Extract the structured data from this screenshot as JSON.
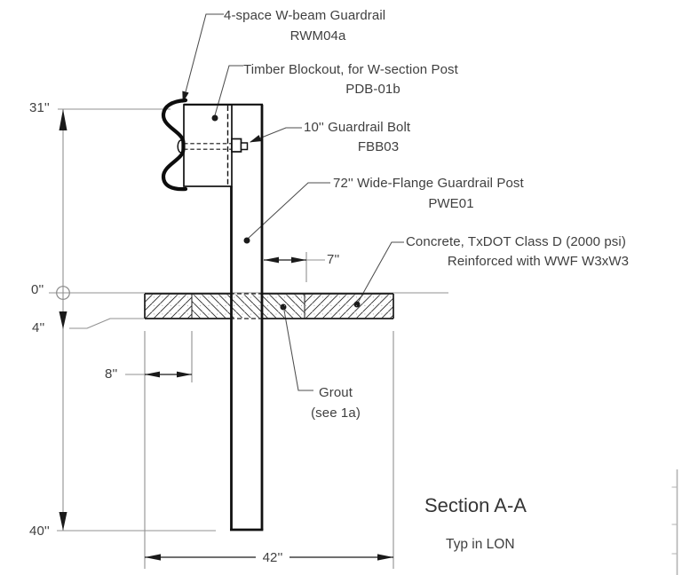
{
  "page": {
    "background": "#ffffff"
  },
  "colors": {
    "object_line": "#1a1a1a",
    "dim_line": "#909090",
    "leader_line": "#4d4d4d",
    "text": "#3f3f3f"
  },
  "callouts": {
    "rail": {
      "line1": "4-space W-beam Guardrail",
      "line2": "RWM04a"
    },
    "blockout": {
      "line1": "Timber Blockout, for W-section Post",
      "line2": "PDB-01b"
    },
    "bolt": {
      "line1": "10'' Guardrail Bolt",
      "line2": "FBB03"
    },
    "post": {
      "line1": "72'' Wide-Flange Guardrail Post",
      "line2": "PWE01"
    },
    "concrete": {
      "line1": "Concrete, TxDOT Class D (2000 psi)",
      "line2": "Reinforced with WWF W3xW3"
    },
    "grout": {
      "line1": "Grout",
      "line2": "(see 1a)"
    }
  },
  "dimensions": {
    "rail_height": "31''",
    "datum": "0''",
    "slab_thickness": "4''",
    "post_offset": "8''",
    "embedment": "40''",
    "slab_width": "42''",
    "flange_offset": "7''"
  },
  "section": {
    "title": "Section A-A",
    "subtitle": "Typ in LON"
  }
}
